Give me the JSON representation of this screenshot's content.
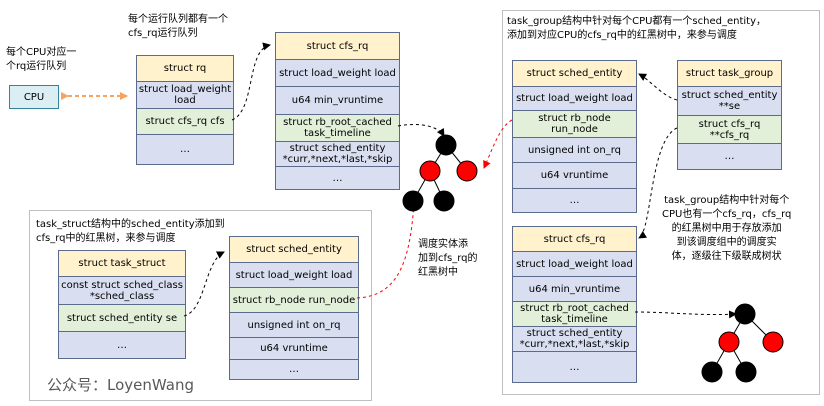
{
  "notes": {
    "cpu_rq": "每个CPU对应一\n个rq运行队列",
    "rq_cfs": "每个运行队列都有一个\ncfs_rq运行队列",
    "task_struct": "task_struct结构中的sched_entity添加到\ncfs_rq中的红黑树，来参与调度",
    "sched_entity_add": "调度实体添\n加到cfs_rq的\n红黑树中",
    "task_group_se": "task_group结构中针对每个CPU都有一个sched_entity，\n添加到对应CPU的cfs_rq中的红黑树中，来参与调度",
    "task_group_cfs": "task_group结构中针对每个\nCPU也有一个cfs_rq，cfs_rq\n的红黑树中用于存放添加\n到该调度组中的调度实\n体，逐级往下级联成树状"
  },
  "cpu": {
    "label": "CPU"
  },
  "structs": {
    "rq": [
      "struct rq",
      "struct load_weight\nload",
      "struct cfs_rq cfs",
      "…"
    ],
    "cfs_rq_top": [
      "struct cfs_rq",
      "struct load_weight load",
      "u64 min_vruntime",
      "struct rb_root_cached\ntask_timeline",
      "struct sched_entity\n*curr,*next,*last,*skip",
      "…"
    ],
    "task_struct": [
      "struct task_struct",
      "const struct sched_class\n*sched_class",
      "struct sched_entity se",
      "…"
    ],
    "sched_entity_left": [
      "struct sched_entity",
      "struct load_weight load",
      "struct rb_node run_node",
      "unsigned int on_rq",
      "u64 vruntime",
      "…"
    ],
    "sched_entity_right": [
      "struct sched_entity",
      "struct load_weight load",
      "struct rb_node\nrun_node",
      "unsigned int on_rq",
      "u64 vruntime",
      "…"
    ],
    "task_group": [
      "struct task_group",
      "struct sched_entity\n**se",
      "struct cfs_rq\n**cfs_rq",
      "…"
    ],
    "cfs_rq_right": [
      "struct cfs_rq",
      "struct load_weight load",
      "u64 min_vruntime",
      "struct rb_root_cached\ntask_timeline",
      "struct sched_entity\n*curr,*next,*last,*skip",
      "…"
    ]
  },
  "footer": "公众号：LoyenWang",
  "colors": {
    "header": "#fff2cc",
    "field": "#d9dff0",
    "highlight": "#e2efd9",
    "red_node": "#ff0000",
    "black_node": "#000000",
    "link": "#ff0000"
  }
}
